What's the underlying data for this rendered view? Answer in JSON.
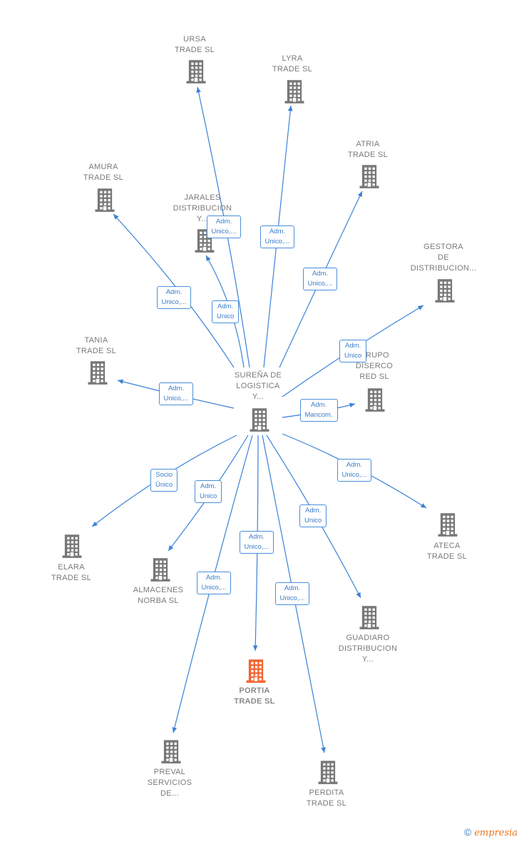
{
  "colors": {
    "edge": "#3b82d6",
    "node": "#777777",
    "focus": "#f26430",
    "label_text": "#7a7a7a"
  },
  "center": {
    "lines": [
      "SUREÑA DE",
      "LOGISTICA",
      "Y..."
    ]
  },
  "nodes": [
    {
      "id": "ursa",
      "lines": [
        "URSA",
        "TRADE  SL"
      ]
    },
    {
      "id": "lyra",
      "lines": [
        "LYRA",
        "TRADE  SL"
      ]
    },
    {
      "id": "atria",
      "lines": [
        "ATRIA",
        "TRADE  SL"
      ]
    },
    {
      "id": "amura",
      "lines": [
        "AMURA",
        "TRADE  SL"
      ]
    },
    {
      "id": "jarales",
      "lines": [
        "JARALES",
        "DISTRIBUCION",
        "Y..."
      ]
    },
    {
      "id": "gestora",
      "lines": [
        "GESTORA",
        "DE",
        "DISTRIBUCION..."
      ]
    },
    {
      "id": "tania",
      "lines": [
        "TANIA",
        "TRADE  SL"
      ]
    },
    {
      "id": "grupo",
      "lines": [
        "GRUPO",
        "DISERCO",
        "RED  SL"
      ]
    },
    {
      "id": "ateca",
      "lines": [
        "ATECA",
        "TRADE  SL"
      ]
    },
    {
      "id": "elara",
      "lines": [
        "ELARA",
        "TRADE  SL"
      ]
    },
    {
      "id": "almacenes",
      "lines": [
        "ALMACENES",
        "NORBA SL"
      ]
    },
    {
      "id": "guadiaro",
      "lines": [
        "GUADIARO",
        "DISTRIBUCION",
        "Y..."
      ]
    },
    {
      "id": "portia",
      "lines": [
        "PORTIA",
        "TRADE  SL"
      ],
      "focus": true
    },
    {
      "id": "preval",
      "lines": [
        "PREVAL",
        "SERVICIOS",
        "DE..."
      ]
    },
    {
      "id": "perdita",
      "lines": [
        "PERDITA",
        "TRADE  SL"
      ]
    }
  ],
  "edges": [
    {
      "to": "ursa",
      "label": [
        "Adm.",
        "Unico,..."
      ]
    },
    {
      "to": "lyra",
      "label": [
        "Adm.",
        "Unico,..."
      ]
    },
    {
      "to": "atria",
      "label": [
        "Adm.",
        "Unico,..."
      ]
    },
    {
      "to": "amura",
      "label": [
        "Adm.",
        "Unico,..."
      ]
    },
    {
      "to": "jarales",
      "label": [
        "Adm.",
        "Unico"
      ]
    },
    {
      "to": "gestora",
      "label": [
        "Adm.",
        "Unico"
      ]
    },
    {
      "to": "tania",
      "label": [
        "Adm.",
        "Unico,..."
      ]
    },
    {
      "to": "grupo",
      "label": [
        "Adm.",
        "Mancom."
      ]
    },
    {
      "to": "ateca",
      "label": [
        "Adm.",
        "Unico,..."
      ]
    },
    {
      "to": "elara",
      "label": [
        "Socio",
        "Único"
      ]
    },
    {
      "to": "almacenes",
      "label": [
        "Adm.",
        "Unico"
      ]
    },
    {
      "to": "guadiaro",
      "label": [
        "Adm.",
        "Unico"
      ]
    },
    {
      "to": "portia",
      "label": [
        "Adm.",
        "Unico,..."
      ]
    },
    {
      "to": "preval",
      "label": [
        "Adm.",
        "Unico,..."
      ]
    },
    {
      "to": "perdita",
      "label": [
        "Adm.",
        "Unico,..."
      ]
    }
  ],
  "brand": {
    "symbol": "©",
    "name": "mpresia",
    "initial": "e"
  }
}
